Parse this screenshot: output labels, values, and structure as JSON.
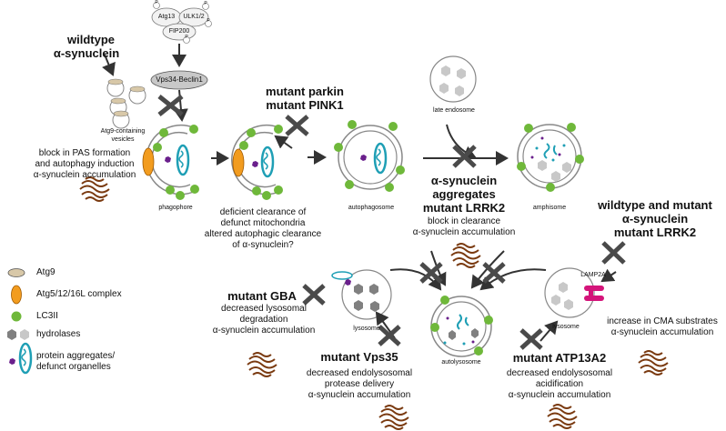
{
  "colors": {
    "atg9": "#d8c8a8",
    "atg5": "#f29c1f",
    "lc3": "#6fb83a",
    "hydrolase_dark": "#808080",
    "hydrolase_light": "#c8c8c8",
    "mito": "#1f9fb5",
    "aggregate": "#6a1f8c",
    "lamp2a": "#d4147a",
    "fibril": "#7a3a10",
    "arrow": "#333333",
    "cross": "#4a4a4a"
  },
  "initiation": {
    "atg13": "Atg13",
    "ulk": "ULK1/2",
    "fip200": "FIP200",
    "p": "P",
    "vps34": "Vps34-Beclin1"
  },
  "top_left": {
    "wt_line1": "wildtype",
    "wt_line2": "α-synuclein",
    "vesicles_line1": "Atg9-containing",
    "vesicles_line2": "vesicles",
    "block_line1": "block in PAS formation",
    "block_line2": "and autophagy induction",
    "block_line3": "α-synuclein accumulation"
  },
  "parkin": {
    "line1": "mutant parkin",
    "line2": "mutant PINK1"
  },
  "stages": {
    "phagophore": "phagophore",
    "autophagosome": "autophagosome",
    "late_endosome": "late endosome",
    "amphisome": "amphisome",
    "lysosome_left": "lysosome",
    "lysosome_right": "lysosome",
    "autolysosome": "autolysosome",
    "lamp2a": "LAMP2A"
  },
  "clearance": {
    "line1": "deficient clearance of",
    "line2": "defunct mitochondria",
    "line3": "altered autophagic clearance",
    "line4": "of α-synuclein?"
  },
  "lrrk2": {
    "line1": "α-synuclein",
    "line2": "aggregates",
    "line3": "mutant LRRK2",
    "line4": "block in clearance",
    "line5": "α-synuclein accumulation"
  },
  "cma": {
    "line1": "wildtype and mutant",
    "line2": "α-synuclein",
    "line3": "mutant LRRK2",
    "effect1": "increase in CMA substrates",
    "effect2": "α-synuclein accumulation"
  },
  "gba": {
    "title": "mutant GBA",
    "line1": "decreased lysosomal",
    "line2": "degradation",
    "line3": "α-synuclein accumulation"
  },
  "vps35": {
    "title": "mutant Vps35",
    "line1": "decreased endolysosomal",
    "line2": "protease delivery",
    "line3": "α-synuclein accumulation"
  },
  "atp13a2": {
    "title": "mutant ATP13A2",
    "line1": "decreased endolysosomal",
    "line2": "acidification",
    "line3": "α-synuclein accumulation"
  },
  "legend": {
    "atg9": "Atg9",
    "atg5": "Atg5/12/16L complex",
    "lc3": "LC3II",
    "hydrolases": "hydrolases",
    "aggregates_line1": "protein aggregates/",
    "aggregates_line2": "defunct organelles"
  }
}
